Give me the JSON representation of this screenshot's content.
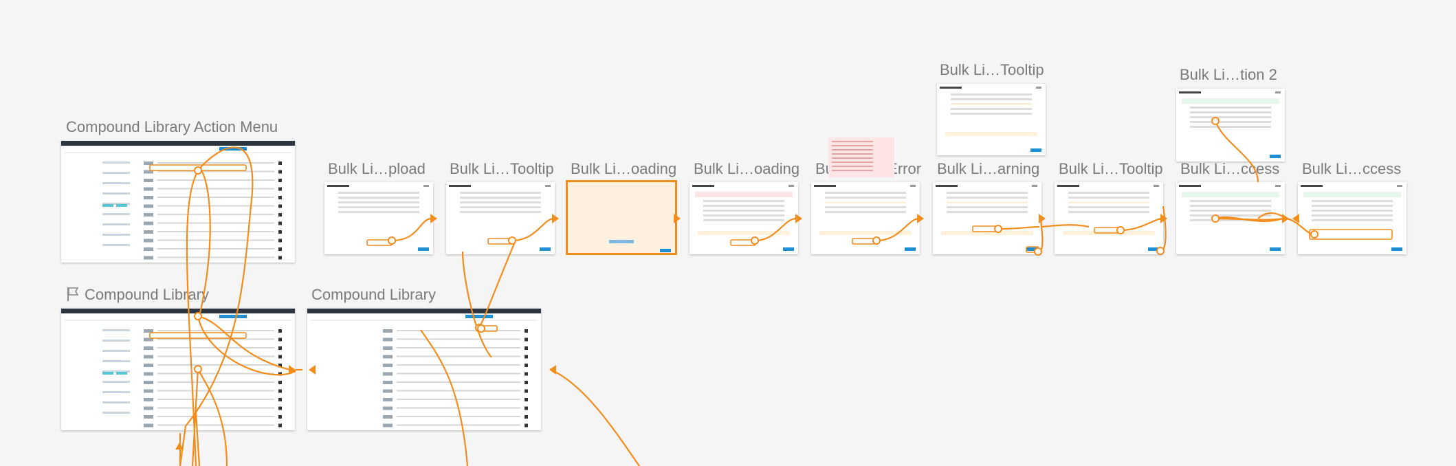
{
  "colors": {
    "wire": "#f28c1a",
    "canvas": "#f5f5f5",
    "artboard": "#ffffff",
    "highlight_fill": "#fdf0df",
    "error_fill": "#fde5e5",
    "success_fill": "#e7f6ec",
    "warning_fill": "#fdf1dc",
    "primary_button": "#1b8fd6",
    "header_bar": "#2b3641"
  },
  "artboards": {
    "action_menu": {
      "title": "Compound Library Action Menu"
    },
    "library_main": {
      "title": "Compound Library",
      "icon": "flag-icon"
    },
    "library_secondary": {
      "title": "Compound Library"
    },
    "bulk_upload": {
      "title": "Bulk Li…pload"
    },
    "bulk_tooltip_1": {
      "title": "Bulk Li…Tooltip"
    },
    "bulk_loading_1": {
      "title": "Bulk Li…oading"
    },
    "bulk_loading_2": {
      "title": "Bulk Li…oading"
    },
    "bulk_error": {
      "title": "Bulk Li…y Error"
    },
    "bulk_warning": {
      "title": "Bulk Li…arning"
    },
    "bulk_tooltip_2": {
      "title": "Bulk Li…Tooltip"
    },
    "bulk_success_1": {
      "title": "Bulk Li…ccess"
    },
    "bulk_success_2": {
      "title": "Bulk Li…ccess"
    },
    "bulk_tooltip_top": {
      "title": "Bulk Li…Tooltip"
    },
    "bulk_option_2": {
      "title": "Bulk Li…tion 2"
    }
  }
}
